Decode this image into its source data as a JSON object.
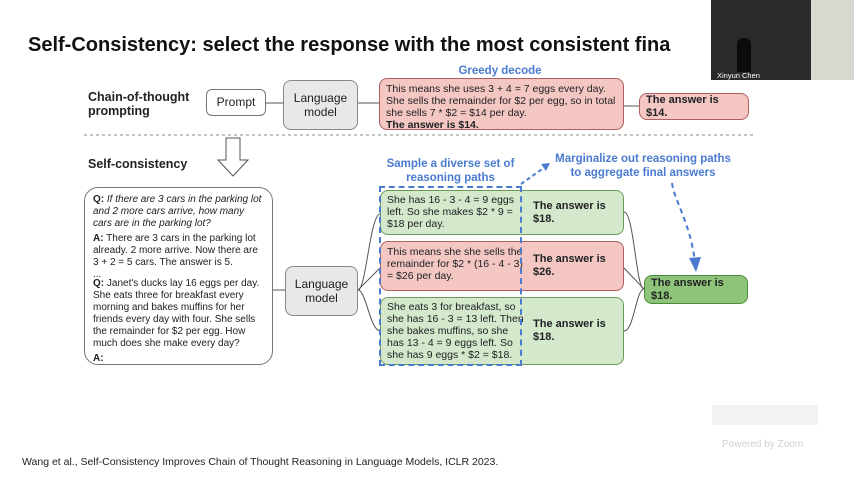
{
  "slide": {
    "title": "Self-Consistency: select the response with the most consistent fina",
    "cot_label": "Chain-of-thought\nprompting",
    "sc_label": "Self-consistency",
    "prompt_label": "Prompt",
    "language_model": "Language\nmodel",
    "greedy_decode": "Greedy decode",
    "greedy_text": "This means she uses 3 + 4 = 7 eggs every day. She sells the remainder for $2 per egg, so in total she sells 7 * $2 = $14 per day.",
    "greedy_answer_bold": "The answer is $14.",
    "greedy_answer_box": "The answer is $14.",
    "sample_label": "Sample a diverse set of\nreasoning paths",
    "marginalize_label": "Marginalize out reasoning paths\nto aggregate final answers",
    "qa": {
      "q1_label": "Q:",
      "q1_text": " If there are 3 cars in the parking lot and 2 more cars arrive, how many cars are in the parking lot?",
      "a1_label": "A:",
      "a1_text": " There are 3 cars in the parking lot already. 2 more arrive. Now there are 3 + 2 = 5 cars. The answer is 5.",
      "ellipsis": "...",
      "q2_label": "Q:",
      "q2_text": " Janet's ducks lay 16 eggs per day. She eats three for breakfast every morning and bakes muffins for her friends every day with four. She sells the remainder for $2 per egg. How much does she make every day?",
      "a2_label": "A:"
    },
    "paths": [
      {
        "text": "She has 16 - 3 - 4 = 9 eggs left. So she makes $2 * 9 = $18 per day.",
        "answer": "The answer is $18.",
        "color": "#d4e8cc"
      },
      {
        "text": "This means she she sells the remainder for $2 * (16 - 4 - 3) = $26 per day.",
        "answer": "The answer is $26.",
        "color": "#f4c7c3"
      },
      {
        "text": "She eats 3 for breakfast, so she has 16 - 3 = 13 left. Then she bakes muffins, so she has 13 - 4 = 9 eggs left. So she has 9 eggs * $2 = $18.",
        "answer": "The answer is $18.",
        "color": "#d4e8cc"
      }
    ],
    "final_answer": "The answer is $18.",
    "citation": "Wang et al., Self-Consistency Improves Chain of Thought Reasoning in Language Models, ICLR 2023.",
    "accent_blue": "#4a7bd0"
  },
  "overlay": {
    "participant_name": "Xinyun Chen",
    "powered_by": "Powered by Zoom"
  }
}
